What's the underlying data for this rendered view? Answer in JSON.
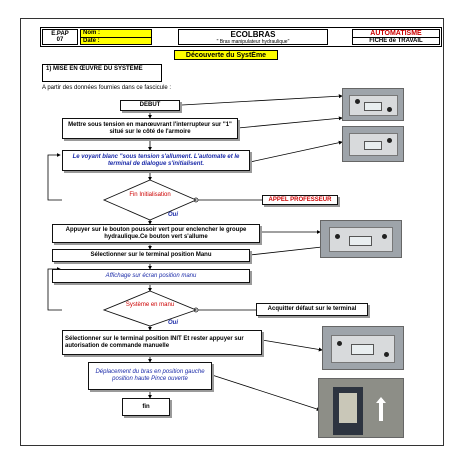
{
  "header": {
    "epap": "E.PAP",
    "epap_num": "07",
    "nom_label": "Nom :",
    "date_label": "Date :",
    "title": "ECOLBRAS",
    "subtitle": "\" Bras manipulateur hydraulique\"",
    "auto": "AUTOMATISME",
    "fiche": "FICHE de TRAVAIL"
  },
  "page_title": "Découverte du SystÈme",
  "section_title": "1) MISE EN ŒUVRE DU SYSTÈME",
  "intro": "A partir des données fournies dans ce fascicule :",
  "flow": {
    "debut": "DEBUT",
    "step1": "Mettre sous tension en manœuvrant l'interrupteur sur \"1\" situé sur le côté de l'armoire",
    "step2": "Le voyant blanc \"sous tension s'allument. L'automate et le terminal de dialogue s'initialisent.",
    "decision1": "Fin Initialisation",
    "appel": "APPEL PROFESSEUR",
    "oui1": "Oui",
    "step3": "Appuyer sur le bouton poussoir vert pour enclencher le groupe hydraulique.Ce bouton vert s'allume",
    "step4": "Sélectionner sur le terminal position Manu",
    "step5": "Affichage sur écran position  manu",
    "decision2": "Système en manu",
    "acquitter": "Acquitter défaut sur le terminal",
    "oui2": "Oui",
    "step6": "Sélectionner sur le terminal position INIT Et rester appuyer sur autorisation de commande manuelle",
    "step7": "Déplacement du bras en position gauche position haute Pince ouverte",
    "fin": "fin"
  },
  "colors": {
    "header_yellow": "#ffff00",
    "blue_text": "#1a2aa8",
    "red_text": "#cc0000"
  }
}
